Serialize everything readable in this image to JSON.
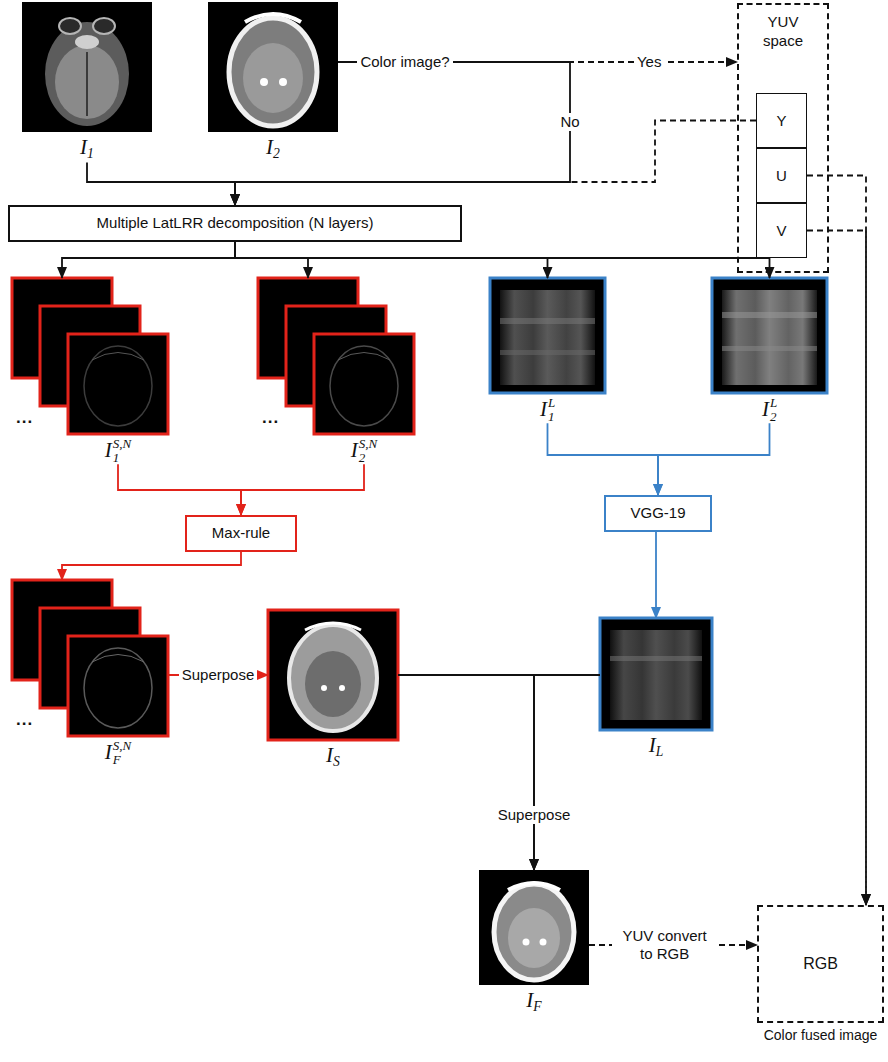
{
  "diagram": {
    "nodes": [
      {
        "text": [
          "I1"
        ]
      },
      {
        "text": [
          "I2"
        ]
      },
      {
        "text": [
          "YUV space"
        ]
      },
      {
        "text": [
          "Y"
        ],
        "in": 2
      },
      {
        "text": [
          "U"
        ],
        "in": 2
      },
      {
        "text": [
          "V"
        ],
        "in": 2
      },
      {
        "text": [
          "Multiple LatLRR decomposition (N layers)"
        ]
      },
      {
        "text": [
          "I1S,N"
        ]
      },
      {
        "text": [
          "I2S,N"
        ]
      },
      {
        "text": [
          "I1L"
        ]
      },
      {
        "text": [
          "I2L"
        ]
      },
      {
        "text": [
          "Max-rule"
        ]
      },
      {
        "text": [
          "VGG-19"
        ]
      },
      {
        "text": [
          "IFS,N"
        ]
      },
      {
        "text": [
          "IS"
        ]
      },
      {
        "text": [
          "IL"
        ]
      },
      {
        "text": [
          "IF"
        ]
      },
      {
        "text": [
          "RGB",
          "Color fused image"
        ]
      }
    ],
    "edges": [
      {
        "from": 0,
        "to": 6,
        "arrow": "to"
      },
      {
        "from": 1,
        "to": 6,
        "label": "No",
        "arrow": "to"
      },
      {
        "from": 1,
        "to": 2,
        "label": "Yes",
        "arrow": "to"
      },
      {
        "from": 3,
        "to": 6,
        "arrow": "to"
      },
      {
        "from": 6,
        "to": 7,
        "arrow": "to"
      },
      {
        "from": 6,
        "to": 8,
        "arrow": "to"
      },
      {
        "from": 6,
        "to": 9,
        "arrow": "to"
      },
      {
        "from": 6,
        "to": 10,
        "arrow": "to"
      },
      {
        "from": 7,
        "to": 11,
        "arrow": "to"
      },
      {
        "from": 8,
        "to": 11,
        "arrow": "to"
      },
      {
        "from": 9,
        "to": 12,
        "arrow": "to"
      },
      {
        "from": 10,
        "to": 12,
        "arrow": "to"
      },
      {
        "from": 11,
        "to": 13,
        "arrow": "to"
      },
      {
        "from": 12,
        "to": 15,
        "arrow": "to"
      },
      {
        "from": 13,
        "to": 14,
        "label": "Superpose",
        "arrow": "to"
      },
      {
        "from": 14,
        "to": 16,
        "label": "Superpose",
        "arrow": "to"
      },
      {
        "from": 15,
        "to": 16,
        "arrow": "to"
      },
      {
        "from": 16,
        "to": 17,
        "label": "YUV convert to RGB",
        "arrow": "to"
      },
      {
        "from": 4,
        "to": 17,
        "arrow": "to"
      },
      {
        "from": 5,
        "to": 17,
        "arrow": "to"
      }
    ],
    "labels": [
      "Color image?",
      "...",
      "...",
      "..."
    ]
  }
}
